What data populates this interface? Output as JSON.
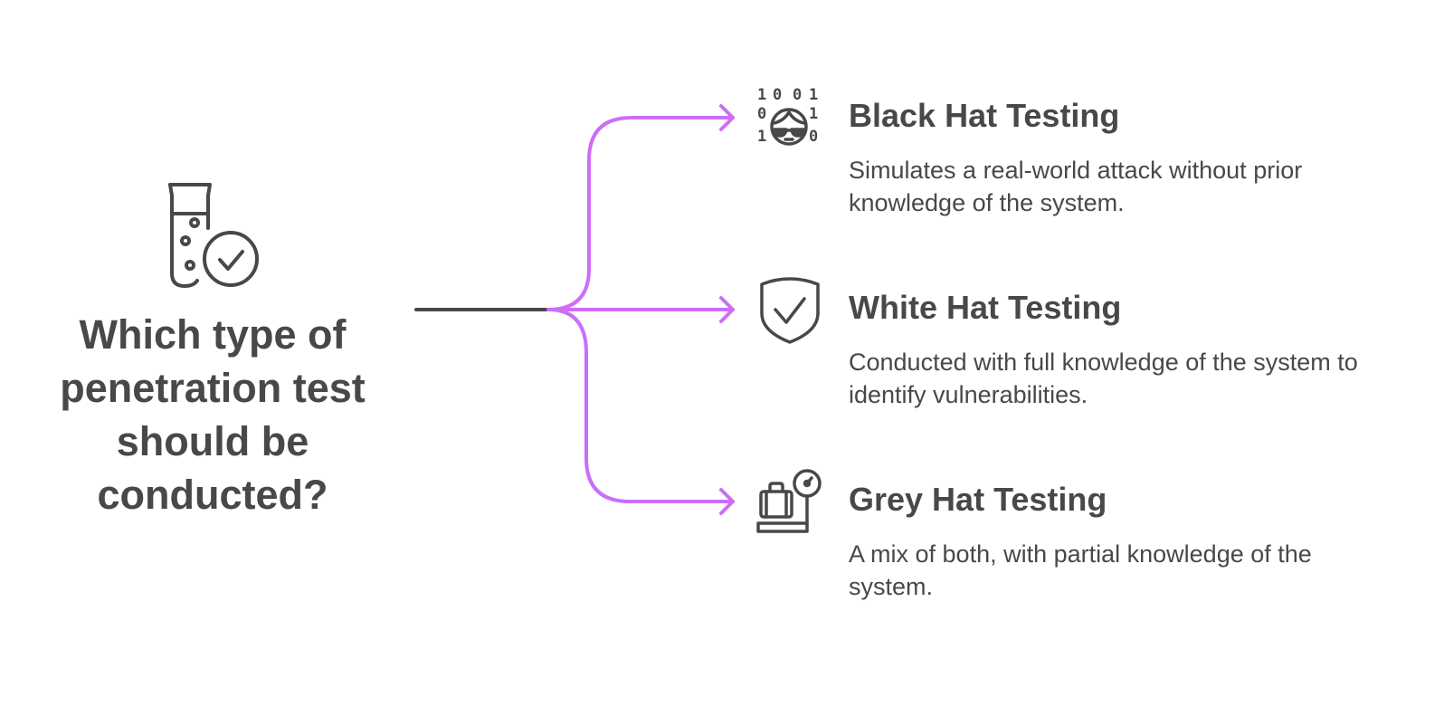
{
  "diagram": {
    "title": "Which type of penetration test should be conducted?",
    "root_icon": "test-tube-check-icon",
    "colors": {
      "text": "#484848",
      "root_line": "#484848",
      "connector": "#cc6ef7",
      "background": "#ffffff"
    },
    "branches": [
      {
        "title": "Black Hat Testing",
        "description": "Simulates a real-world attack without prior knowledge of the system.",
        "icon": "hacker-binary-icon",
        "binary_digits": [
          "1",
          "0",
          "0",
          "1",
          "0",
          "1",
          "1",
          "0"
        ]
      },
      {
        "title": "White Hat Testing",
        "description": "Conducted with full knowledge of the system to identify vulnerabilities.",
        "icon": "shield-check-icon"
      },
      {
        "title": "Grey Hat Testing",
        "description": "A mix of both, with partial knowledge of the system.",
        "icon": "luggage-scale-icon"
      }
    ]
  }
}
